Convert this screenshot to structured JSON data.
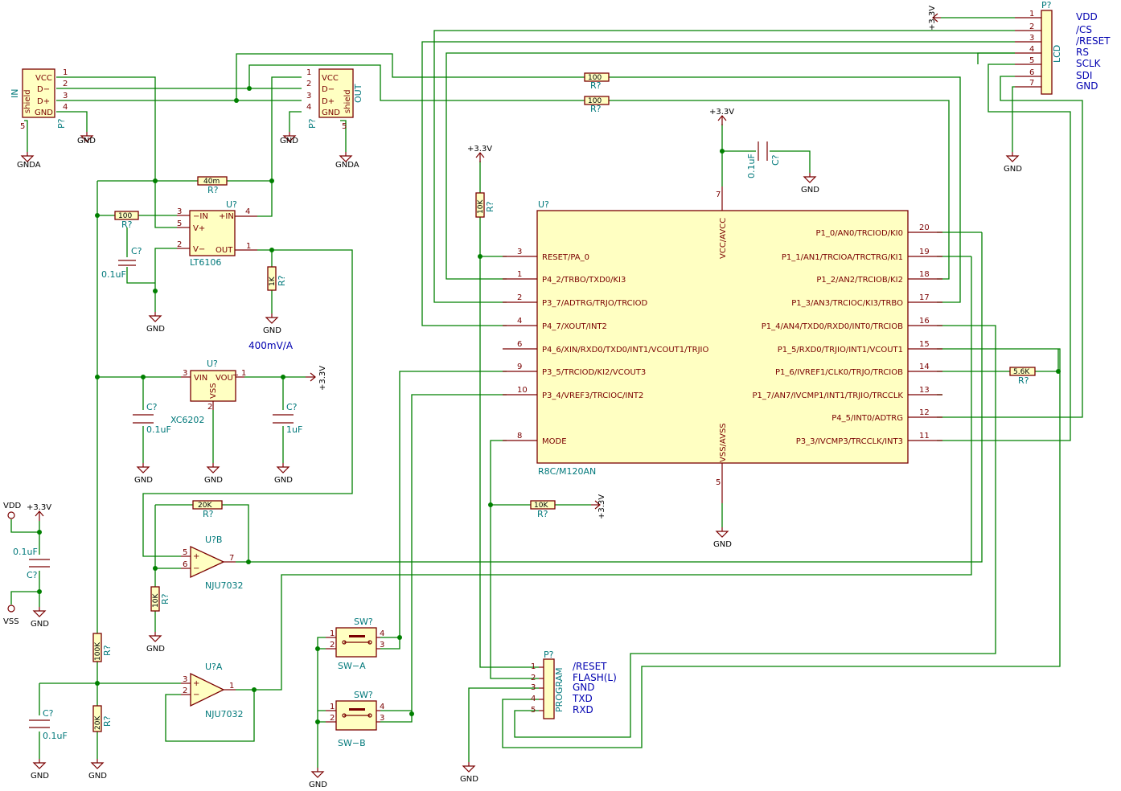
{
  "mcu": {
    "ref": "U?",
    "value": "R8C/M120AN",
    "left_pins": [
      {
        "num": "3",
        "name": "RESET/PA_0"
      },
      {
        "num": "1",
        "name": "P4_2/TRBO/TXD0/KI3"
      },
      {
        "num": "2",
        "name": "P3_7/ADTRG/TRJO/TRCIOD"
      },
      {
        "num": "4",
        "name": "P4_7/XOUT/INT2"
      },
      {
        "num": "6",
        "name": "P4_6/XIN/RXD0/TXD0/INT1/VCOUT1/TRJIO"
      },
      {
        "num": "9",
        "name": "P3_5/TRCIOD/KI2/VCOUT3"
      },
      {
        "num": "10",
        "name": "P3_4/VREF3/TRCIOC/INT2"
      },
      {
        "num": "8",
        "name": "MODE"
      }
    ],
    "right_pins": [
      {
        "num": "20",
        "name": "P1_0/AN0/TRCIOD/KI0"
      },
      {
        "num": "19",
        "name": "P1_1/AN1/TRCIOA/TRCTRG/KI1"
      },
      {
        "num": "18",
        "name": "P1_2/AN2/TRCIOB/KI2"
      },
      {
        "num": "17",
        "name": "P1_3/AN3/TRCIOC/KI3/TRBO"
      },
      {
        "num": "16",
        "name": "P1_4/AN4/TXD0/RXD0/INT0/TRCIOB"
      },
      {
        "num": "15",
        "name": "P1_5/RXD0/TRJIO/INT1/VCOUT1"
      },
      {
        "num": "14",
        "name": "P1_6/IVREF1/CLK0/TRJO/TRCIOB"
      },
      {
        "num": "13",
        "name": "P1_7/AN7/IVCMP1/INT1/TRJIO/TRCCLK"
      },
      {
        "num": "12",
        "name": "P4_5/INT0/ADTRG"
      },
      {
        "num": "11",
        "name": "P3_3/IVCMP3/TRCCLK/INT3"
      }
    ],
    "top_pin": {
      "num": "7",
      "name": "VCC/AVCC"
    },
    "bottom_pin": {
      "num": "5",
      "name": "VSS/AVSS"
    }
  },
  "lcd": {
    "ref": "P?",
    "value": "LCD",
    "pins": [
      "1",
      "2",
      "3",
      "4",
      "5",
      "6",
      "7"
    ],
    "signals": [
      "VDD",
      "/CS",
      "/RESET",
      "RS",
      "SCLK",
      "SDI",
      "GND"
    ]
  },
  "program": {
    "ref": "P?",
    "value": "PROGRAM",
    "pins": [
      "1",
      "2",
      "3",
      "4",
      "5"
    ],
    "signals": [
      "/RESET",
      "FLASH(L)",
      "GND",
      "TXD",
      "RXD"
    ]
  },
  "usb_in": {
    "ref": "P?",
    "value": "IN",
    "pins": [
      "VCC",
      "D−",
      "D+",
      "GND"
    ],
    "nums": [
      "1",
      "2",
      "3",
      "4",
      "5"
    ],
    "shield": "shield"
  },
  "usb_out": {
    "ref": "P?",
    "value": "OUT",
    "pins": [
      "VCC",
      "D−",
      "D+",
      "GND"
    ],
    "nums": [
      "1",
      "2",
      "3",
      "4",
      "5"
    ],
    "shield": "shield"
  },
  "sense_amp": {
    "ref": "U?",
    "value": "LT6106",
    "pins": [
      "−IN",
      "+IN",
      "V+",
      "V−",
      "OUT"
    ],
    "nums": [
      "3",
      "4",
      "5",
      "2",
      "1"
    ],
    "gain_note": "400mV/A"
  },
  "regulator": {
    "ref": "U?",
    "value": "XC6202",
    "pins": [
      "VIN",
      "VOUT",
      "VSS"
    ],
    "nums": [
      "3",
      "1",
      "2"
    ]
  },
  "opamp_b": {
    "ref": "U?B",
    "value": "NJU7032",
    "nums": [
      "5",
      "6",
      "7"
    ]
  },
  "opamp_a": {
    "ref": "U?A",
    "value": "NJU7032",
    "nums": [
      "3",
      "2",
      "1"
    ]
  },
  "sw_a": {
    "ref": "SW?",
    "value": "SW−A",
    "nums": [
      "1",
      "2",
      "4",
      "3"
    ]
  },
  "sw_b": {
    "ref": "SW?",
    "value": "SW−B",
    "nums": [
      "1",
      "2",
      "4",
      "3"
    ]
  },
  "resistors": {
    "r_100_top": "100",
    "r_100_bot": "100",
    "r_40m": "40m",
    "r_100_sense": "100",
    "r_1k": "1K",
    "r_10k_reset": "10K",
    "r_10k_mode": "10K",
    "r_5k6": "5.6K",
    "r_20k_fb": "20K",
    "r_10k_ob": "10K",
    "r_100k": "100K",
    "r_20k_div": "20K",
    "ref": "R?"
  },
  "capacitors": {
    "c_mcu": "0.1uF",
    "c_sense": "0.1uF",
    "c_reg_in": "0.1uF",
    "c_reg_out": "1uF",
    "c_vdd": "0.1uF",
    "c_div": "0.1uF",
    "ref": "C?"
  },
  "power": {
    "v33": "+3.3V",
    "gnd": "GND",
    "gnda": "GNDA",
    "vdd": "VDD",
    "vss": "VSS"
  }
}
